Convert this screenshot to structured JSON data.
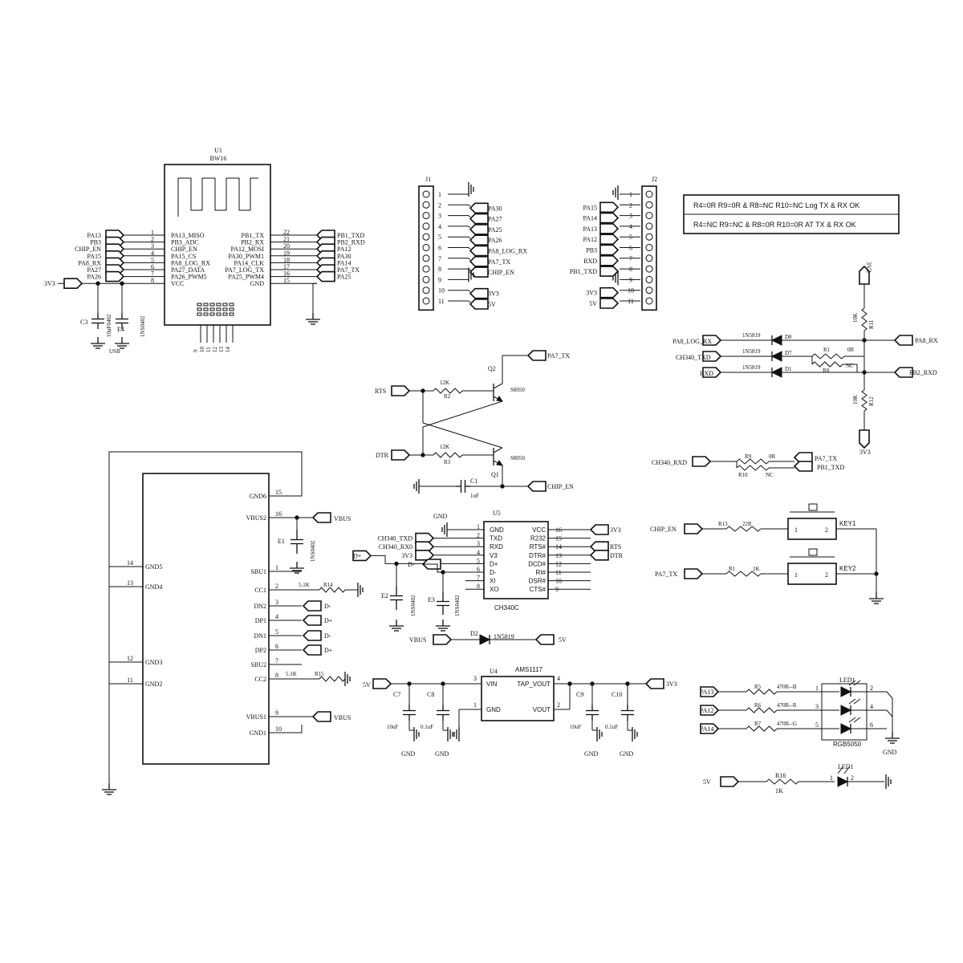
{
  "u1": {
    "ref": "U1",
    "part": "BW16",
    "left_pins": [
      {
        "net": "PA13",
        "num": "1",
        "name": "PA13_MISO"
      },
      {
        "net": "PB3",
        "num": "2",
        "name": "PB3_ADC"
      },
      {
        "net": "CHIP_EN",
        "num": "3",
        "name": "CHIP_EN"
      },
      {
        "net": "PA15",
        "num": "4",
        "name": "PA15_CS"
      },
      {
        "net": "PA8_RX",
        "num": "5",
        "name": "PA8_LOG_RX"
      },
      {
        "net": "PA27",
        "num": "6",
        "name": "PA27_DATA"
      },
      {
        "net": "PA26",
        "num": "7",
        "name": "PA26_PWM5"
      },
      {
        "net": "3V3",
        "num": "8",
        "name": "VCC"
      }
    ],
    "right_pins": [
      {
        "net": "PB1_TXD",
        "num": "22",
        "name": "PB1_TX"
      },
      {
        "net": "PB2_RXD",
        "num": "21",
        "name": "PB2_RX"
      },
      {
        "net": "PA12",
        "num": "20",
        "name": "PA12_MOSI"
      },
      {
        "net": "PA30",
        "num": "19",
        "name": "PA30_PWM1"
      },
      {
        "net": "PA14",
        "num": "18",
        "name": "PA14_CLK"
      },
      {
        "net": "PA7_TX",
        "num": "17",
        "name": "PA7_LOG_TX"
      },
      {
        "net": "PA25",
        "num": "16",
        "name": "PA25_PWM4"
      },
      {
        "net": "",
        "num": "15",
        "name": "GND"
      }
    ],
    "bottom_pins": [
      "9",
      "10",
      "11",
      "12",
      "13",
      "14"
    ],
    "c3": {
      "ref": "C3",
      "value": "10uF0402"
    },
    "e4": {
      "ref": "E4",
      "value": "1NS0402"
    },
    "gnd_label": "USB"
  },
  "j1": {
    "ref": "J1",
    "pins": [
      {
        "num": "1",
        "net": ""
      },
      {
        "num": "2",
        "net": "PA30"
      },
      {
        "num": "3",
        "net": "PA27"
      },
      {
        "num": "4",
        "net": "PA25"
      },
      {
        "num": "5",
        "net": "PA26"
      },
      {
        "num": "6",
        "net": "PA8_LOG_RX"
      },
      {
        "num": "7",
        "net": "PA7_TX"
      },
      {
        "num": "8",
        "net": "CHIP_EN"
      },
      {
        "num": "9",
        "net": ""
      },
      {
        "num": "10",
        "net": "3V3"
      },
      {
        "num": "11",
        "net": "5V"
      }
    ]
  },
  "j2": {
    "ref": "J2",
    "pins": [
      {
        "num": "1",
        "net": ""
      },
      {
        "num": "2",
        "net": "PA15"
      },
      {
        "num": "3",
        "net": "PA14"
      },
      {
        "num": "4",
        "net": "PA13"
      },
      {
        "num": "5",
        "net": "PA12"
      },
      {
        "num": "6",
        "net": "PB3"
      },
      {
        "num": "7",
        "net": "RXD"
      },
      {
        "num": "8",
        "net": "PB1_TXD"
      },
      {
        "num": "9",
        "net": ""
      },
      {
        "num": "10",
        "net": "3V3"
      },
      {
        "num": "11",
        "net": "5V"
      }
    ]
  },
  "config_notes": [
    "R4=0R  R9=0R  & R8=NC R10=NC  Log TX & RX OK",
    "R4=NC  R9=NC  & R8=0R  R10=0R   AT TX & RX OK"
  ],
  "transistors": {
    "pa7_tx": "PA7_TX",
    "q2_ref": "Q2",
    "q2_part": "S8050",
    "rts": "RTS",
    "r2_value": "12K",
    "r2_ref": "R2",
    "dtr": "DTR",
    "r3_value": "12K",
    "r3_ref": "R3",
    "q1_ref": "Q1",
    "q1_part": "S8050",
    "c1_ref": "C1",
    "c1_value": "1uF",
    "chip_en": "CHIP_EN"
  },
  "diodes": {
    "vcc": "3V3",
    "r_top": "10K",
    "r_top_ref": "R11",
    "pa8_log_rx": "PA8_LOG_RX",
    "d8_part": "1N5819",
    "d8_ref": "D8",
    "pa8_rx": "PA8_RX",
    "ch340_txd": "CH340_TXD",
    "d7_part": "1N5819",
    "d7_ref": "D7",
    "r1_ref": "R1",
    "r1_value": "0R",
    "r_nc_ref": "R8",
    "r_nc_value": "NC",
    "rxd": "RXD",
    "d1_part": "1N5819",
    "d1_ref": "D1",
    "pb2_rxd": "PB2_RXD",
    "r_bot": "10K",
    "r_bot_ref": "R12",
    "vcc_bottom": "3V3",
    "ch340_rxd": "CH340_RXD",
    "r9_ref": "R9",
    "r9_value": "0R",
    "r10_ref": "R10",
    "r10_value": "NC",
    "pa7_tx": "PA7_TX",
    "pb1_txd": "PB1_TXD"
  },
  "usb": {
    "pins_right": [
      {
        "num": "15",
        "name": "GND6"
      },
      {
        "num": "16",
        "name": "VBUS2"
      },
      {
        "num": "1",
        "name": "SBU1"
      },
      {
        "num": "2",
        "name": "CC1"
      },
      {
        "num": "3",
        "name": "DN2"
      },
      {
        "num": "4",
        "name": "DP1"
      },
      {
        "num": "5",
        "name": "DN1"
      },
      {
        "num": "6",
        "name": "DP2"
      },
      {
        "num": "7",
        "name": "SBU2"
      },
      {
        "num": "8",
        "name": "CC2"
      },
      {
        "num": "9",
        "name": "VBUS1"
      },
      {
        "num": "10",
        "name": "GND1"
      }
    ],
    "pins_left": [
      {
        "num": "14",
        "name": "GND5"
      },
      {
        "num": "13",
        "name": "GND4"
      },
      {
        "num": "12",
        "name": "GND3"
      },
      {
        "num": "11",
        "name": "GND2"
      }
    ],
    "vbus": "VBUS",
    "e1_ref": "E1",
    "e1_value": "1NS0402",
    "r14_ref": "R14",
    "r14_value": "5.1K",
    "r15_ref": "R15",
    "r15_value": "5.1K",
    "dminus": "D-",
    "dplus": "D+"
  },
  "u5": {
    "ref": "U5",
    "part": "CH340C",
    "left_pins": [
      {
        "num": "1",
        "name": "GND",
        "net": "GND"
      },
      {
        "num": "2",
        "name": "TXD",
        "net": "CH340_TXD"
      },
      {
        "num": "3",
        "name": "RXD",
        "net": "CH340_RX0"
      },
      {
        "num": "4",
        "name": "V3",
        "net": "3V3"
      },
      {
        "num": "5",
        "name": "D+",
        "net": "D+"
      },
      {
        "num": "6",
        "name": "D-",
        "net": "D-"
      },
      {
        "num": "7",
        "name": "XI",
        "net": ""
      },
      {
        "num": "8",
        "name": "XO",
        "net": ""
      }
    ],
    "right_pins": [
      {
        "num": "16",
        "name": "VCC",
        "net": "3V3"
      },
      {
        "num": "15",
        "name": "R232",
        "net": ""
      },
      {
        "num": "14",
        "name": "RTS#",
        "net": "RTS"
      },
      {
        "num": "13",
        "name": "DTR#",
        "net": "DTR"
      },
      {
        "num": "12",
        "name": "DCD#",
        "net": ""
      },
      {
        "num": "11",
        "name": "RI#",
        "net": ""
      },
      {
        "num": "10",
        "name": "DSR#",
        "net": ""
      },
      {
        "num": "9",
        "name": "CTS#",
        "net": ""
      }
    ],
    "e2_ref": "E2",
    "e2_value": "1NS0402",
    "e3_ref": "E3",
    "e3_value": "1NS0402",
    "d2_vbus": "VBUS",
    "d2_part": "1N5819",
    "d2_ref": "D2",
    "d2_out": "5V"
  },
  "u4": {
    "ref": "U4",
    "part": "AMS1117",
    "in_net": "5V",
    "out_net": "3V3",
    "pin_vin": "VIN",
    "pin_tap": "TAP_VOUT",
    "pin_gnd": "GND",
    "pin_vout": "VOUT",
    "pin_nums": [
      "3",
      "4",
      "1",
      "2"
    ],
    "caps": [
      {
        "ref": "C7",
        "value": "10uF"
      },
      {
        "ref": "C8",
        "value": "0.1uF"
      },
      {
        "ref": "C9",
        "value": "10uF"
      },
      {
        "ref": "C10",
        "value": "0.1uF"
      }
    ],
    "gnd": "GND"
  },
  "keys": {
    "chip_en": "CHIP_EN",
    "r13_ref": "R13",
    "r13_value": "22R",
    "key1": "KEY1",
    "pa7_tx": "PA7_TX",
    "r_key2_ref": "R1",
    "r_key2_value": "1K",
    "key2": "KEY2",
    "pin1": "1",
    "pin2": "2"
  },
  "rgb": {
    "ref": "LED1",
    "part": "RGB5050",
    "rows": [
      {
        "net": "PA13",
        "r_ref": "R5",
        "r_val": "470R--B",
        "in": "1",
        "out": "2"
      },
      {
        "net": "PA12",
        "r_ref": "R6",
        "r_val": "470R--R",
        "in": "3",
        "out": "4"
      },
      {
        "net": "PA14",
        "r_ref": "R7",
        "r_val": "470R--G",
        "in": "5",
        "out": "6"
      }
    ],
    "gnd": "GND"
  },
  "power_led": {
    "net": "5V",
    "r_ref": "R16",
    "r_value": "1K",
    "led_ref": "LED1",
    "pin1": "1",
    "pin2": "2"
  }
}
